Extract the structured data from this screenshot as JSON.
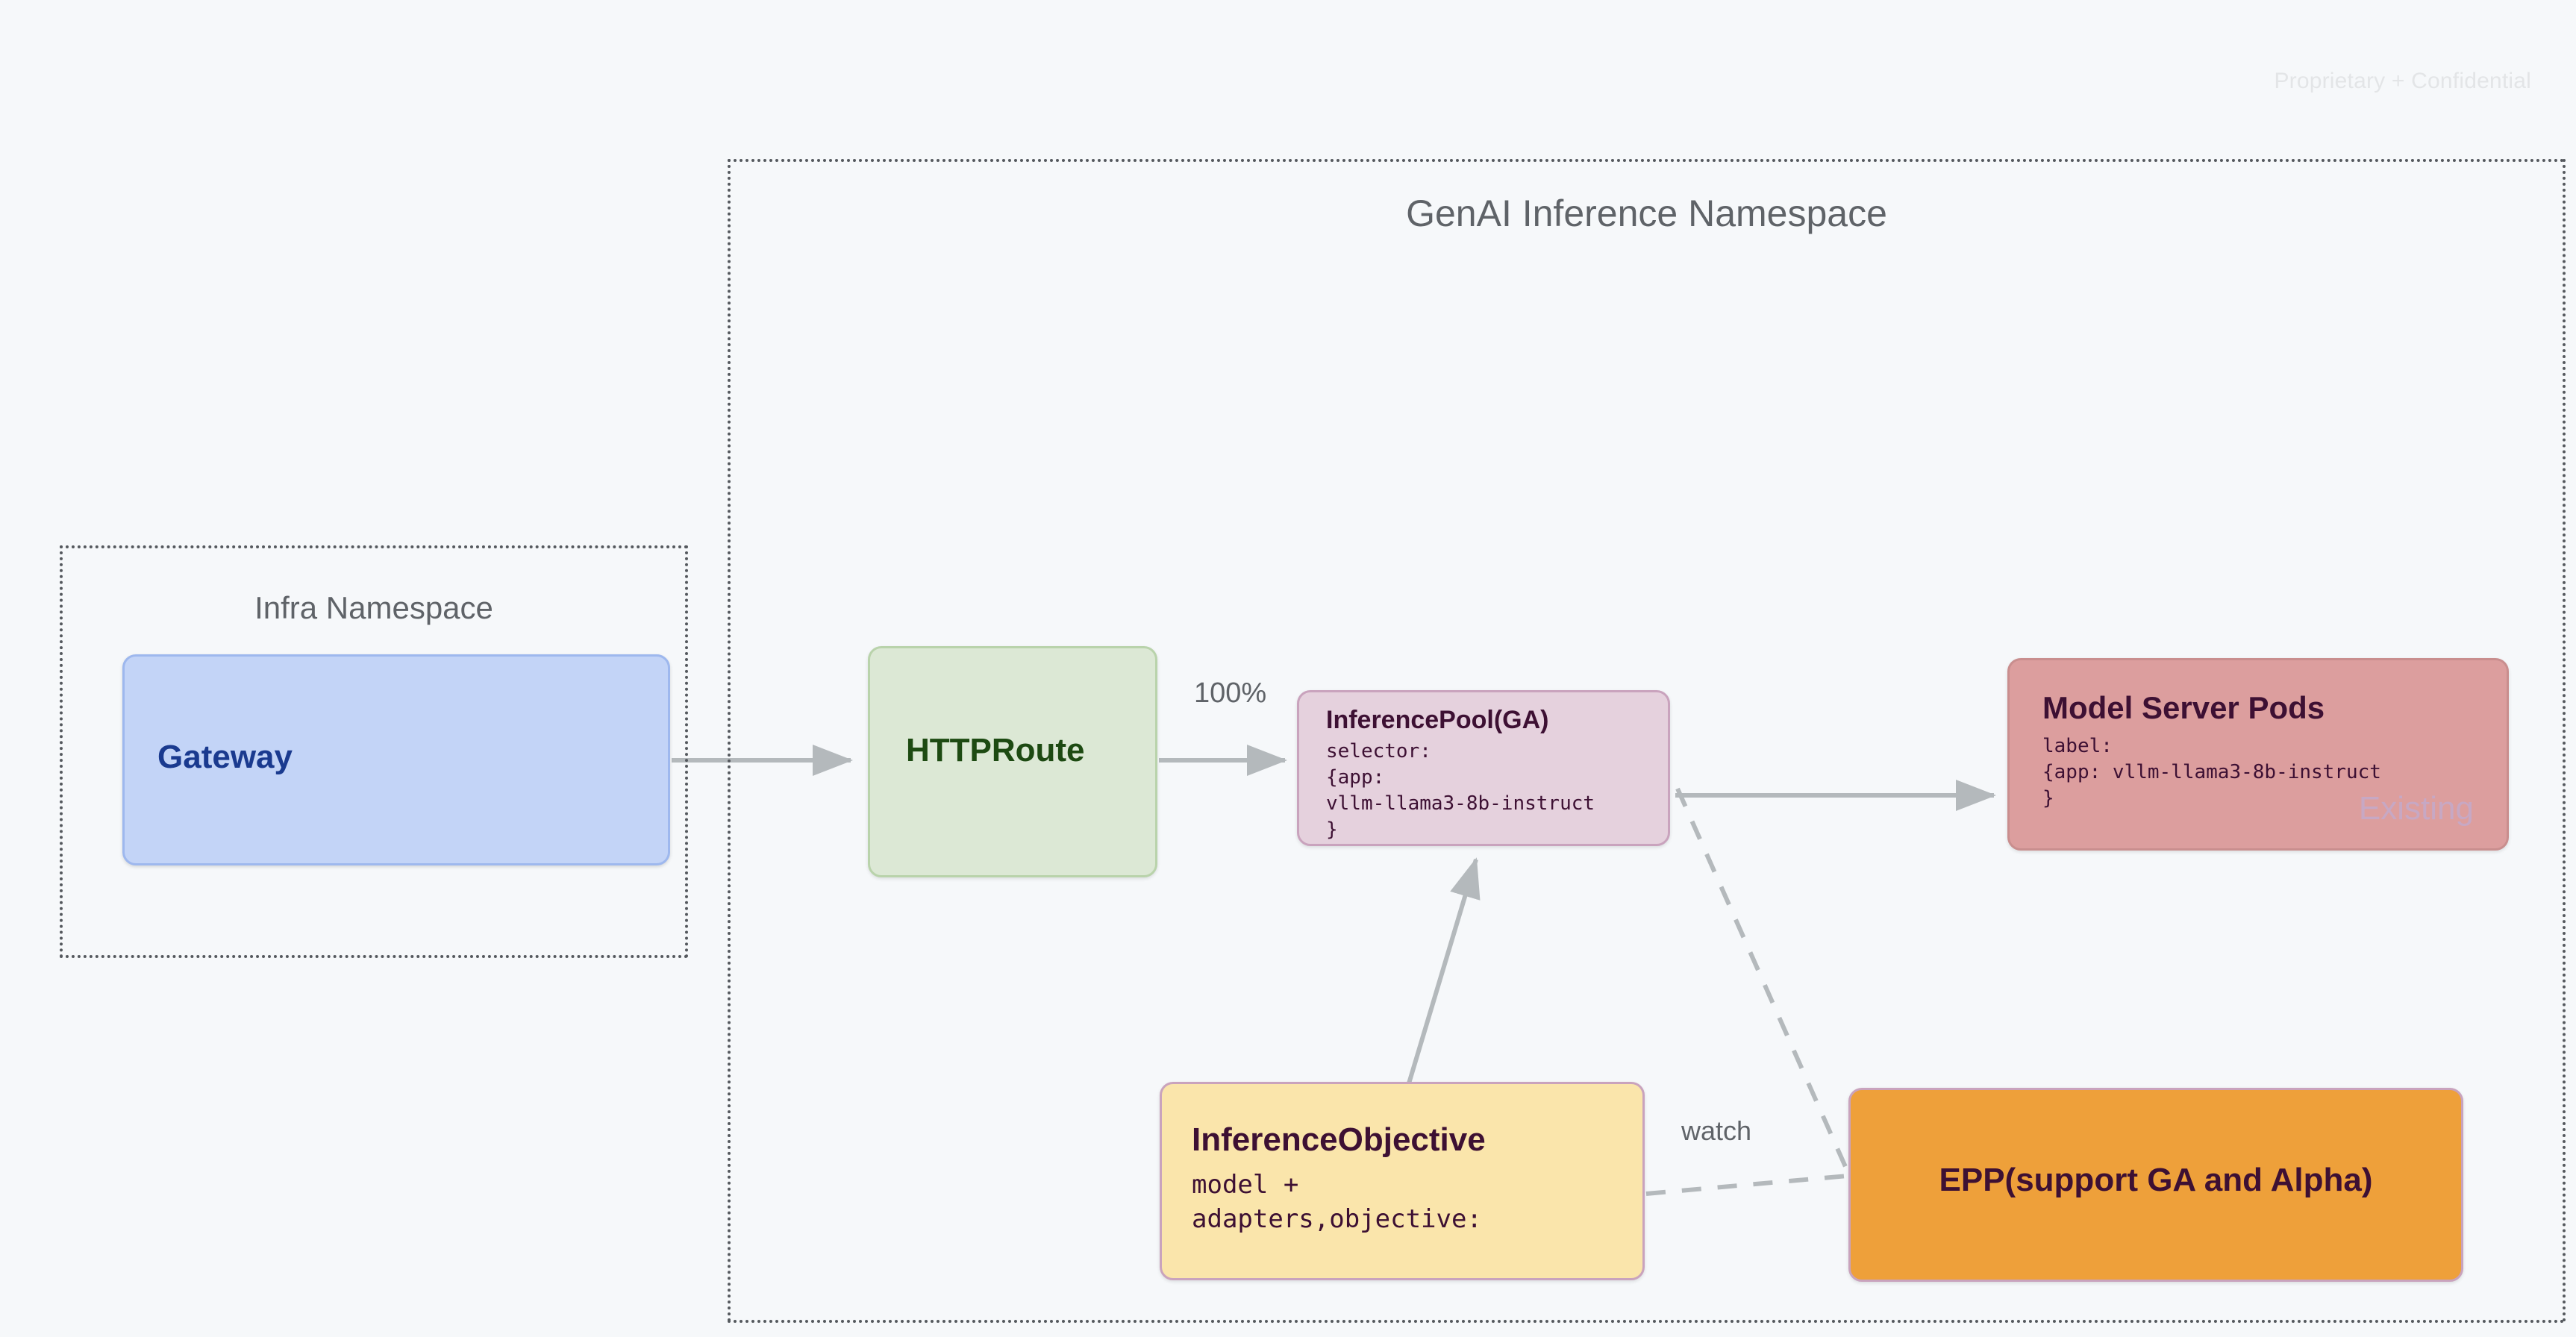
{
  "page": {
    "confidential_notice": "Proprietary + Confidential",
    "background_color": "#f6f8fa"
  },
  "namespaces": [
    {
      "id": "infra",
      "title": "Infra Namespace",
      "border_style": "dotted",
      "border_color": "#55595e"
    },
    {
      "id": "genai",
      "title": "GenAI Inference Namespace",
      "border_style": "dotted",
      "border_color": "#55595e"
    }
  ],
  "nodes": {
    "gateway": {
      "title": "Gateway",
      "fill": "#c3d4f7",
      "text_color": "#1a3a8f"
    },
    "httproute": {
      "title": "HTTPRoute",
      "fill": "#dce8d5",
      "text_color": "#1d4a12"
    },
    "inferencepool": {
      "title": "InferencePool(GA)",
      "code": "selector:\n{app:\nvllm-llama3-8b-instruct\n}",
      "fill": "#e5d1dd",
      "text_color": "#3d1033"
    },
    "modelserver": {
      "title": "Model Server Pods",
      "code": "label:\n{app: vllm-llama3-8b-instruct\n}",
      "badge": "Existing",
      "fill": "#dc9e9e",
      "text_color": "#3d1033",
      "badge_color": "#c7a8c4"
    },
    "inferenceobjective": {
      "title": "InferenceObjective",
      "code": "model +\nadapters,objective:",
      "fill": "#fae5ab",
      "text_color": "#3d1033"
    },
    "epp": {
      "title": "EPP(support GA and Alpha)",
      "fill": "#eea03a",
      "text_color": "#3d1033"
    }
  },
  "edges": [
    {
      "id": "gateway-to-httproute",
      "from": "gateway",
      "to": "httproute",
      "label": "",
      "style": "solid",
      "arrow": true
    },
    {
      "id": "httproute-to-inferencepool",
      "from": "httproute",
      "to": "inferencepool",
      "label": "100%",
      "style": "solid",
      "arrow": true
    },
    {
      "id": "inferencepool-to-modelserver",
      "from": "inferencepool",
      "to": "modelserver",
      "label": "",
      "style": "solid",
      "arrow": true
    },
    {
      "id": "inferenceobjective-to-inferencepool",
      "from": "inferenceobjective",
      "to": "inferencepool",
      "label": "",
      "style": "solid",
      "arrow": true
    },
    {
      "id": "inferencepool-to-epp",
      "from": "inferencepool",
      "to": "epp",
      "label": "",
      "style": "dashed",
      "arrow": false
    },
    {
      "id": "inferenceobjective-to-epp",
      "from": "inferenceobjective",
      "to": "epp",
      "label": "watch",
      "style": "dashed",
      "arrow": false
    }
  ],
  "edge_labels": {
    "traffic_weight": "100%",
    "watch": "watch"
  },
  "colors": {
    "connector": "#b4b9bc",
    "namespace_border": "#55595e",
    "namespace_label": "#5f6368"
  }
}
